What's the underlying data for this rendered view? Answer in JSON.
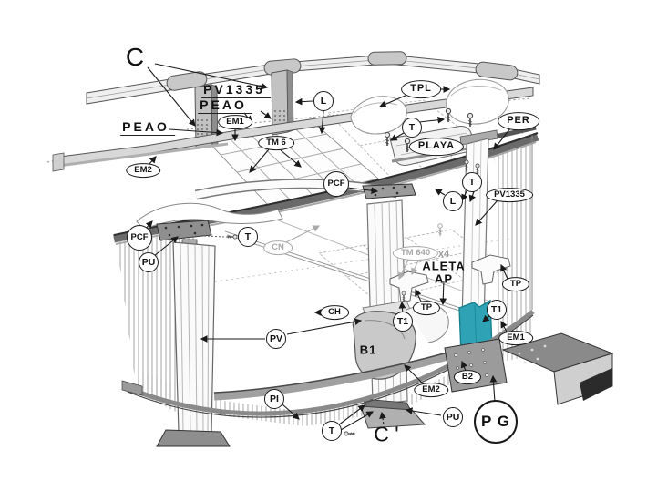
{
  "diagram": {
    "type": "exploded-assembly-diagram",
    "subject": "above-ground pool structure assembly",
    "labels": {
      "c": "C",
      "c_prime": "C '",
      "pv1335": "PV1335",
      "peao": "PEAO",
      "em1": "EM1",
      "em2": "EM2",
      "tm6": "TM 6",
      "tm640": "TM 640",
      "x4": "x4",
      "l": "L",
      "t": "T",
      "t1": "T1",
      "tp": "TP",
      "tpl": "TPL",
      "playa": "PLAYA",
      "per": "PER",
      "pcf": "PCF",
      "pu": "PU",
      "cn": "CN",
      "aleta_line1": "ALETA",
      "aleta_line2": "AP",
      "ch": "CH",
      "b1": "B1",
      "b2": "B2",
      "pv": "PV",
      "pi": "PI",
      "pg": "P G"
    },
    "colors": {
      "accent_teal": "#2FA3B5",
      "line": "#444444",
      "metal_dark": "#8a8a8a",
      "metal_light": "#d8d8d8"
    }
  }
}
